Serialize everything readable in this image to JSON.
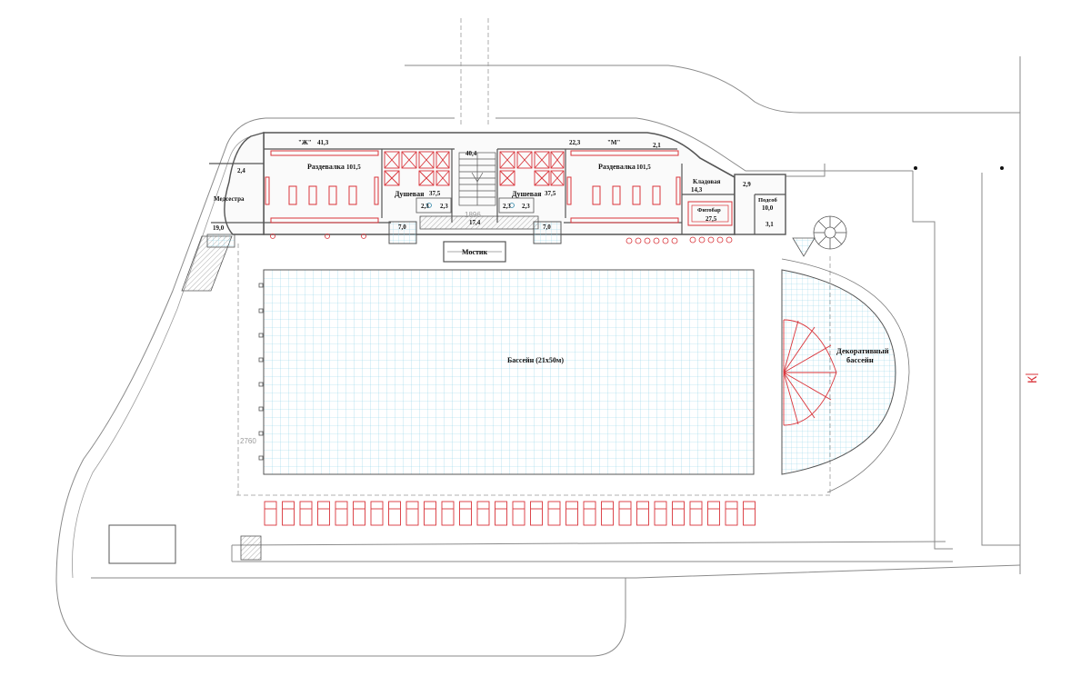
{
  "labels": {
    "changing_w": "Раздевалка",
    "changing_w_area": "101,5",
    "changing_m": "Раздевалка",
    "changing_m_area": "101,5",
    "shower_w": "Душевая",
    "shower_w_area": "37,5",
    "shower_m": "Душевая",
    "shower_m_area": "37,5",
    "nurse": "Медсестра",
    "storage": "Кладовая",
    "storage_area": "14,3",
    "phytobar": "Фитобар",
    "phytobar_area": "27,5",
    "utility": "Подсоб",
    "utility_area": "10,0",
    "bridge": "Мостик",
    "main_pool": "Бассейн (21x50м)",
    "deco_pool_1": "Декоративный",
    "deco_pool_2": "бассейн",
    "women_mark": "\"Ж\"",
    "women_area": "41,3",
    "men_mark": "\"М\"",
    "men_area": "22,3"
  },
  "areas": {
    "a_24": "2,4",
    "a_19": "19,0",
    "a_404": "40,4",
    "a_174": "17,4",
    "a_70_left": "7,0",
    "a_70_right": "7,0",
    "a_23_1": "2,3",
    "a_23_2": "2,3",
    "a_23_3": "2,3",
    "a_23_4": "2,3",
    "a_21": "2,1",
    "a_29": "2,9",
    "a_31": "3,1"
  },
  "dims": {
    "top": "1896",
    "left": "2760"
  },
  "section_mark": "К",
  "colors": {
    "wall": "#555555",
    "red": "#d9343a",
    "pink": "#f0a7aa",
    "pool_grid": "#8fd3e8"
  }
}
